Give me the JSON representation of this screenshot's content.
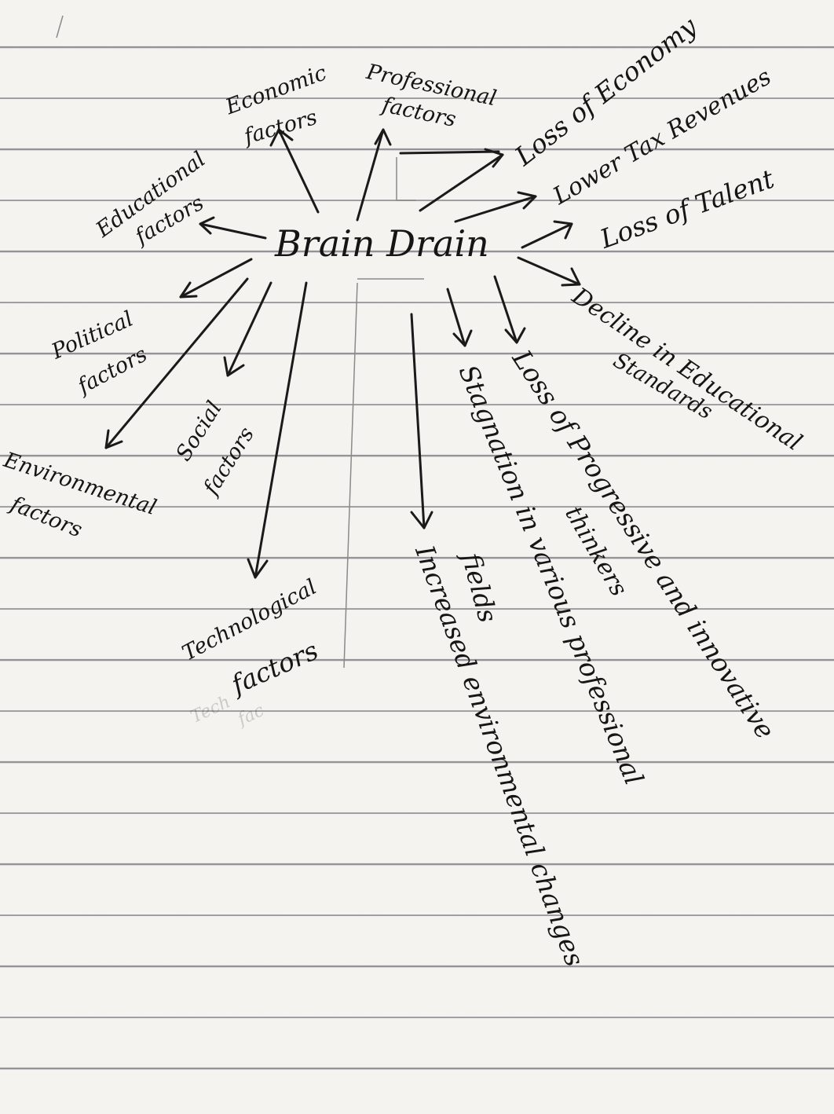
{
  "diagram": {
    "center": "Brain Drain",
    "causes": {
      "economic": [
        "Economic",
        "factors"
      ],
      "professional": [
        "Professional",
        "factors"
      ],
      "educational": [
        "Educational",
        "factors"
      ],
      "political": [
        "Political",
        "factors"
      ],
      "social": [
        "Social",
        "factors"
      ],
      "environmental": [
        "Environmental",
        "factors"
      ],
      "technological": [
        "Technological",
        "factors"
      ]
    },
    "effects": {
      "economy": "Loss of Economy",
      "tax": "Lower Tax Revenues",
      "talent": "Loss of Talent",
      "education": [
        "Decline in Educational",
        "Standards"
      ],
      "thinkers": [
        "Loss of Progressive and innovative",
        "thinkers"
      ],
      "stagnation": [
        "Stagnation in various professional",
        "fields"
      ],
      "environment": "Increased environmental changes"
    },
    "ghost_text": [
      "Tech",
      "fac"
    ]
  }
}
